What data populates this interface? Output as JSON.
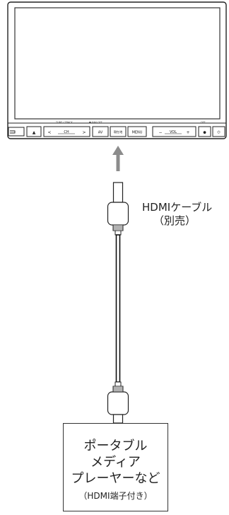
{
  "head_unit": {
    "labels": {
      "tune_track": "TUNE / TRACK",
      "nav_off": "● NAV OFF",
      "off": "OFF"
    },
    "buttons": {
      "eject": "▲",
      "ch_left": "<",
      "ch": "CH",
      "ch_right": ">",
      "av": "AV",
      "current": "現在地",
      "menu": "MENU",
      "vol_minus": "−",
      "vol": "VOL",
      "vol_plus": "+",
      "mute": "●",
      "power": "⏻"
    }
  },
  "cable": {
    "label_line1": "HDMIケーブル",
    "label_line2": "（別売）"
  },
  "device": {
    "name_lines": [
      "ポータブル",
      "メディア",
      "プレーヤーなど"
    ],
    "note": "（HDMI端子付き）"
  },
  "colors": {
    "arrow": "#8c8c8c",
    "outline": "#222222",
    "screen": "#ffffff"
  }
}
